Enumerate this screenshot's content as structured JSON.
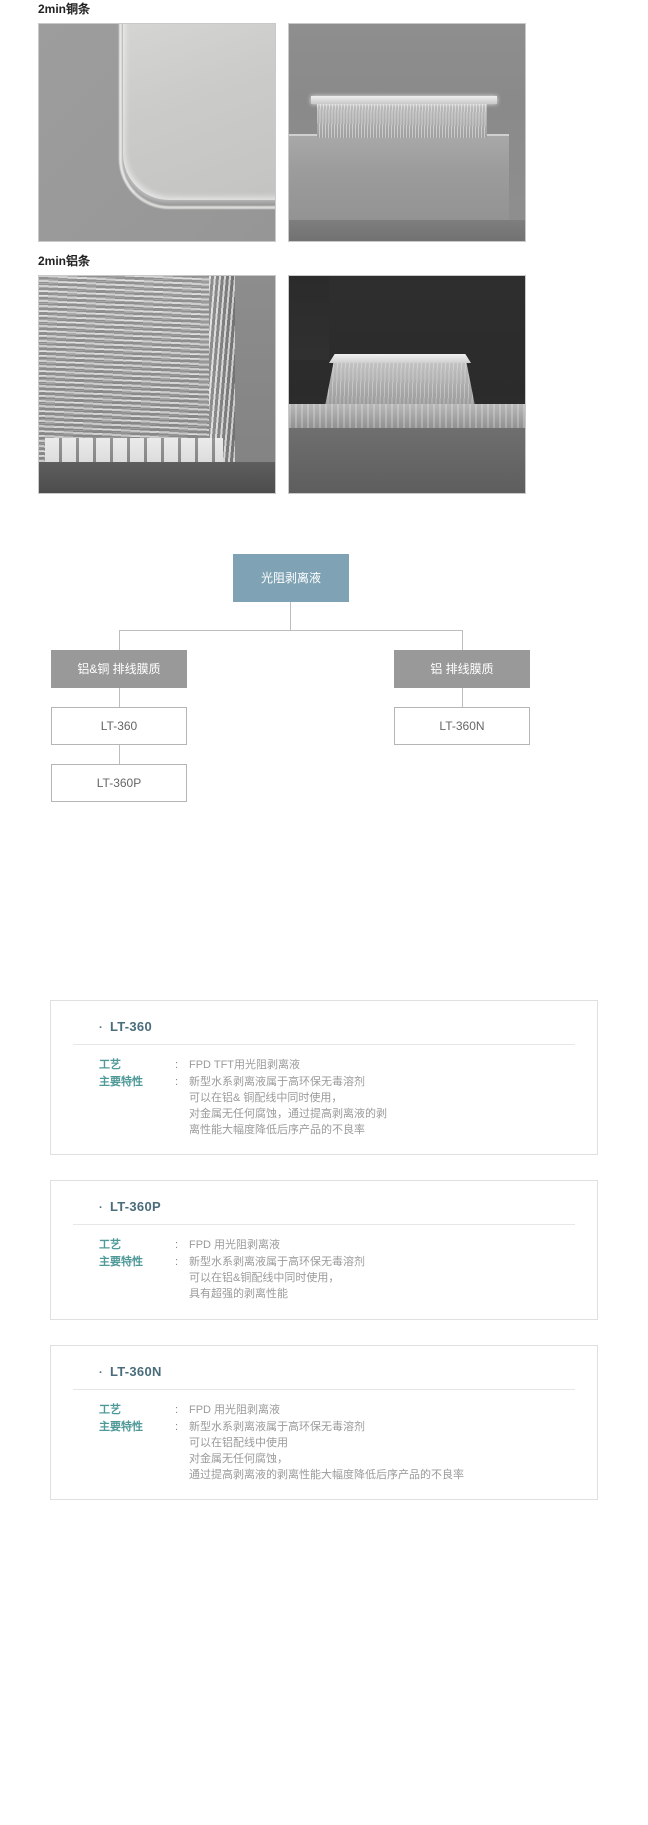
{
  "sections": [
    {
      "label": "2min铜条",
      "images": [
        {
          "name": "copper-strip-corner-sem",
          "alt": "SEM micrograph of copper strip corner"
        },
        {
          "name": "copper-strip-cross-section-sem",
          "alt": "SEM micrograph of copper strip cross-section"
        }
      ]
    },
    {
      "label": "2min铝条",
      "images": [
        {
          "name": "aluminum-strip-cross-section-sem",
          "alt": "SEM micrograph of aluminum strip cross-section"
        },
        {
          "name": "aluminum-strip-line-profile-sem",
          "alt": "SEM micrograph of aluminum strip line profile"
        }
      ]
    }
  ],
  "flow": {
    "root": "光阻剥离液",
    "categories": [
      {
        "label": "铝&铜 排线膜质"
      },
      {
        "label": "铝 排线膜质"
      }
    ],
    "products_left": [
      "LT-360",
      "LT-360P"
    ],
    "products_right": [
      "LT-360N"
    ],
    "colors": {
      "root": "#7fa3b4",
      "category": "#999999",
      "line": "#bdbdbd",
      "product_border": "#b5b5b5"
    }
  },
  "cards": [
    {
      "title": "LT-360",
      "bullet": "·",
      "rows": [
        {
          "key": "工艺",
          "sep": ":",
          "lines": [
            "FPD TFT用光阻剥离液"
          ]
        },
        {
          "key": "主要特性",
          "sep": ":",
          "lines": [
            "新型水系剥离液属于高环保无毒溶剂",
            "可以在铝& 铜配线中同时使用，",
            "对金属无任何腐蚀，通过提高剥离液的剥",
            "离性能大幅度降低后序产品的不良率"
          ]
        }
      ]
    },
    {
      "title": "LT-360P",
      "bullet": "·",
      "rows": [
        {
          "key": "工艺",
          "sep": ":",
          "lines": [
            "FPD 用光阻剥离液"
          ]
        },
        {
          "key": "主要特性",
          "sep": ":",
          "lines": [
            "新型水系剥离液属于高环保无毒溶剂",
            "可以在铝&铜配线中同时使用，",
            "具有超强的剥离性能"
          ]
        }
      ]
    },
    {
      "title": "LT-360N",
      "bullet": "·",
      "rows": [
        {
          "key": "工艺",
          "sep": ":",
          "lines": [
            "FPD 用光阻剥离液"
          ]
        },
        {
          "key": "主要特性",
          "sep": ":",
          "lines": [
            "新型水系剥离液属于高环保无毒溶剂",
            "可以在铝配线中使用",
            "对金属无任何腐蚀，",
            "通过提高剥离液的剥离性能大幅度降低后序产品的不良率"
          ]
        }
      ]
    }
  ],
  "colors": {
    "title_text": "#4a6d7c",
    "key_text": "#4f9a99",
    "value_text": "#9b9b9b",
    "card_border": "#e0e0e0"
  }
}
